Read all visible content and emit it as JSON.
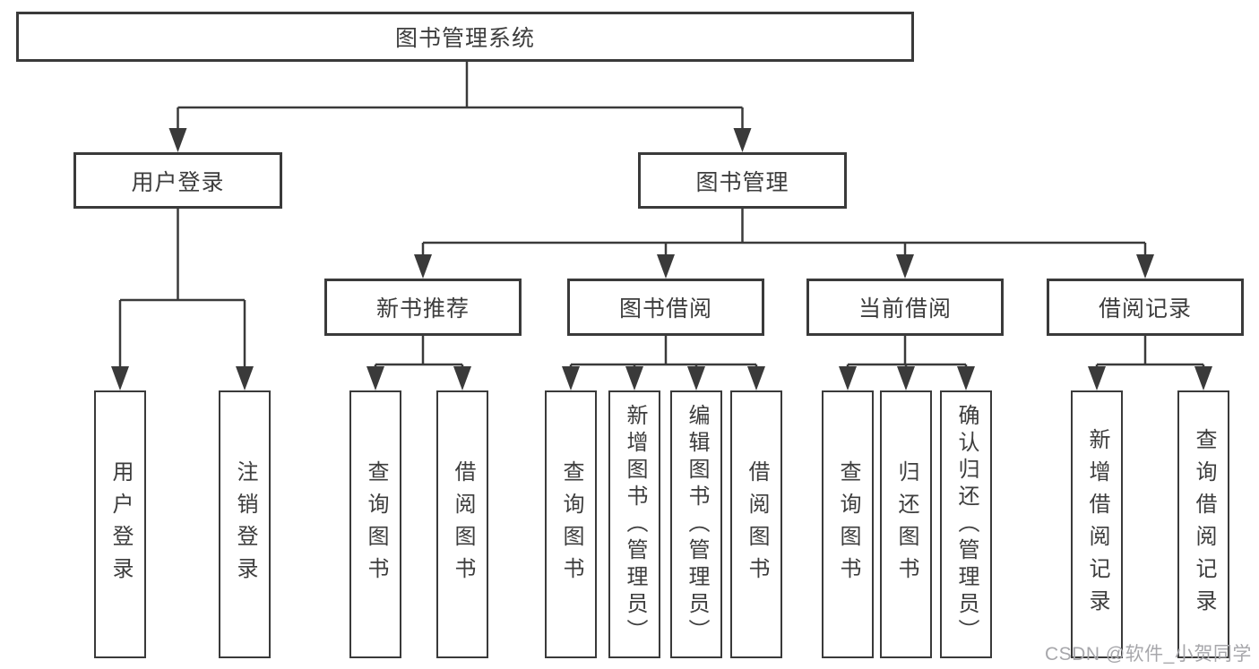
{
  "tree": {
    "root": {
      "label": "图书管理系统"
    },
    "branches": [
      {
        "label": "用户登录",
        "children": [
          {
            "label": "用户登录"
          },
          {
            "label": "注销登录"
          }
        ]
      },
      {
        "label": "图书管理",
        "children": [
          {
            "label": "新书推荐",
            "children": [
              {
                "label": "查询图书"
              },
              {
                "label": "借阅图书"
              }
            ]
          },
          {
            "label": "图书借阅",
            "children": [
              {
                "label": "查询图书"
              },
              {
                "label": "新增图书（管理员）"
              },
              {
                "label": "编辑图书（管理员）"
              },
              {
                "label": "借阅图书"
              }
            ]
          },
          {
            "label": "当前借阅",
            "children": [
              {
                "label": "查询图书"
              },
              {
                "label": "归还图书"
              },
              {
                "label": "确认归还（管理员）"
              }
            ]
          },
          {
            "label": "借阅记录",
            "children": [
              {
                "label": "新增借阅记录"
              },
              {
                "label": "查询借阅记录"
              }
            ]
          }
        ]
      }
    ]
  },
  "watermark": {
    "text": "CSDN @软件_小贺同学"
  },
  "colors": {
    "line": "#3a3a3a",
    "box_border": "#3a3a3a",
    "text": "#3d3d3d",
    "watermark": "#a7a7ab",
    "background": "#ffffff"
  }
}
